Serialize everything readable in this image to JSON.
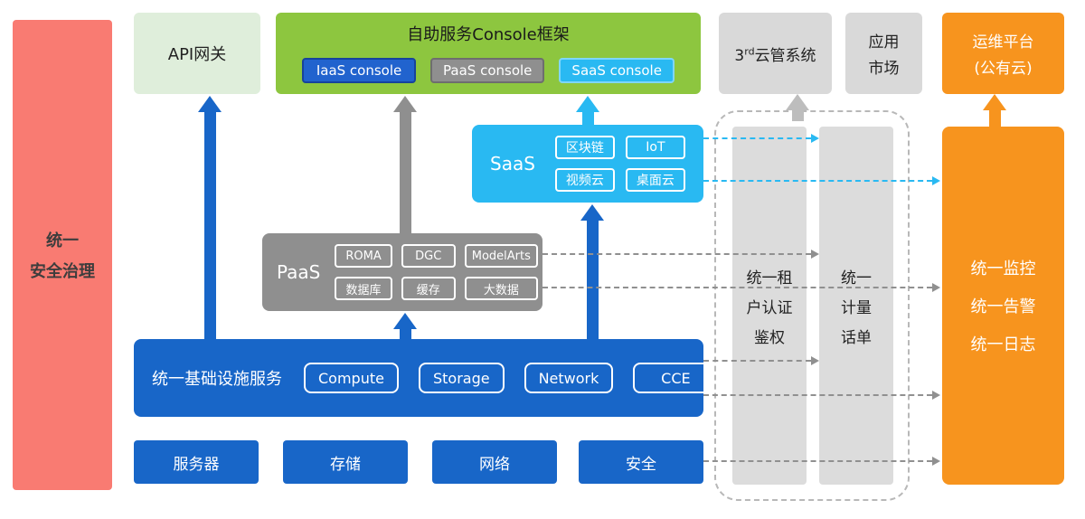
{
  "left_bar": {
    "lines": [
      "统一",
      "安全治理"
    ]
  },
  "api_gateway": {
    "label": "API网关"
  },
  "console_frame": {
    "title": "自助服务Console框架",
    "iaas": "IaaS console",
    "paas": "PaaS console",
    "saas": "SaaS console"
  },
  "cloud_mgmt": {
    "prefix": "3",
    "sup": "rd",
    "suffix": "云管系统"
  },
  "app_market": {
    "lines": [
      "应用",
      "市场"
    ]
  },
  "ops_platform": {
    "lines": [
      "运维平台",
      "(公有云)"
    ]
  },
  "saas_box": {
    "label": "SaaS",
    "chips": [
      "区块链",
      "IoT",
      "视频云",
      "桌面云"
    ]
  },
  "paas_box": {
    "label": "PaaS",
    "chips": [
      "ROMA",
      "DGC",
      "ModelArts",
      "数据库",
      "缓存",
      "大数据"
    ]
  },
  "infra_box": {
    "label": "统一基础设施服务",
    "chips": [
      "Compute",
      "Storage",
      "Network",
      "CCE"
    ]
  },
  "bottom_row": {
    "items": [
      "服务器",
      "存储",
      "网络",
      "安全"
    ]
  },
  "auth_bar": {
    "lines": [
      "统一租",
      "户认证",
      "鉴权"
    ]
  },
  "billing_bar": {
    "lines": [
      "统一",
      "计量",
      "话单"
    ]
  },
  "monitor_bar": {
    "lines": [
      "统一监控",
      "统一告警",
      "统一日志"
    ]
  },
  "colors": {
    "security_red": "#F97B72",
    "api_green_bg": "#DFEEDB",
    "console_green": "#8DC63F",
    "iaas_blue": "#2163CE",
    "paas_gray": "#8F8F8F",
    "saas_cyan": "#29B9F2",
    "infra_blue": "#1866C8",
    "panel_gray": "#D9D9D9",
    "ops_orange": "#F7941E"
  }
}
